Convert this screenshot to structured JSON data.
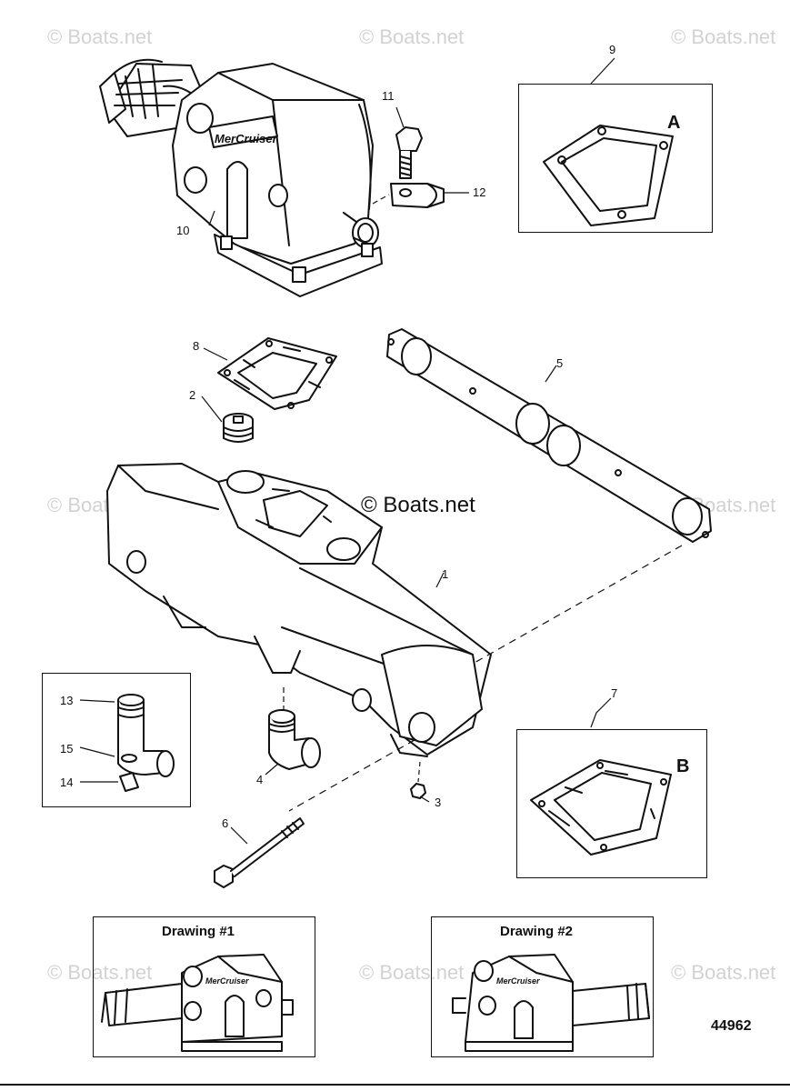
{
  "watermarks": {
    "text": "© Boats.net",
    "center_text": "© Boats.net"
  },
  "callouts": {
    "c1": "1",
    "c2": "2",
    "c3": "3",
    "c4": "4",
    "c5": "5",
    "c6": "6",
    "c7": "7",
    "c8": "8",
    "c9": "9",
    "c10": "10",
    "c11": "11",
    "c12": "12",
    "c13": "13",
    "c14": "14",
    "c15": "15"
  },
  "insets": {
    "box_a_letter": "A",
    "box_b_letter": "B"
  },
  "drawings": {
    "drawing1_title": "Drawing #1",
    "drawing2_title": "Drawing #2"
  },
  "document": {
    "id": "44962"
  },
  "colors": {
    "ink": "#111111",
    "watermark": "#d2d2d2",
    "background": "#ffffff"
  }
}
